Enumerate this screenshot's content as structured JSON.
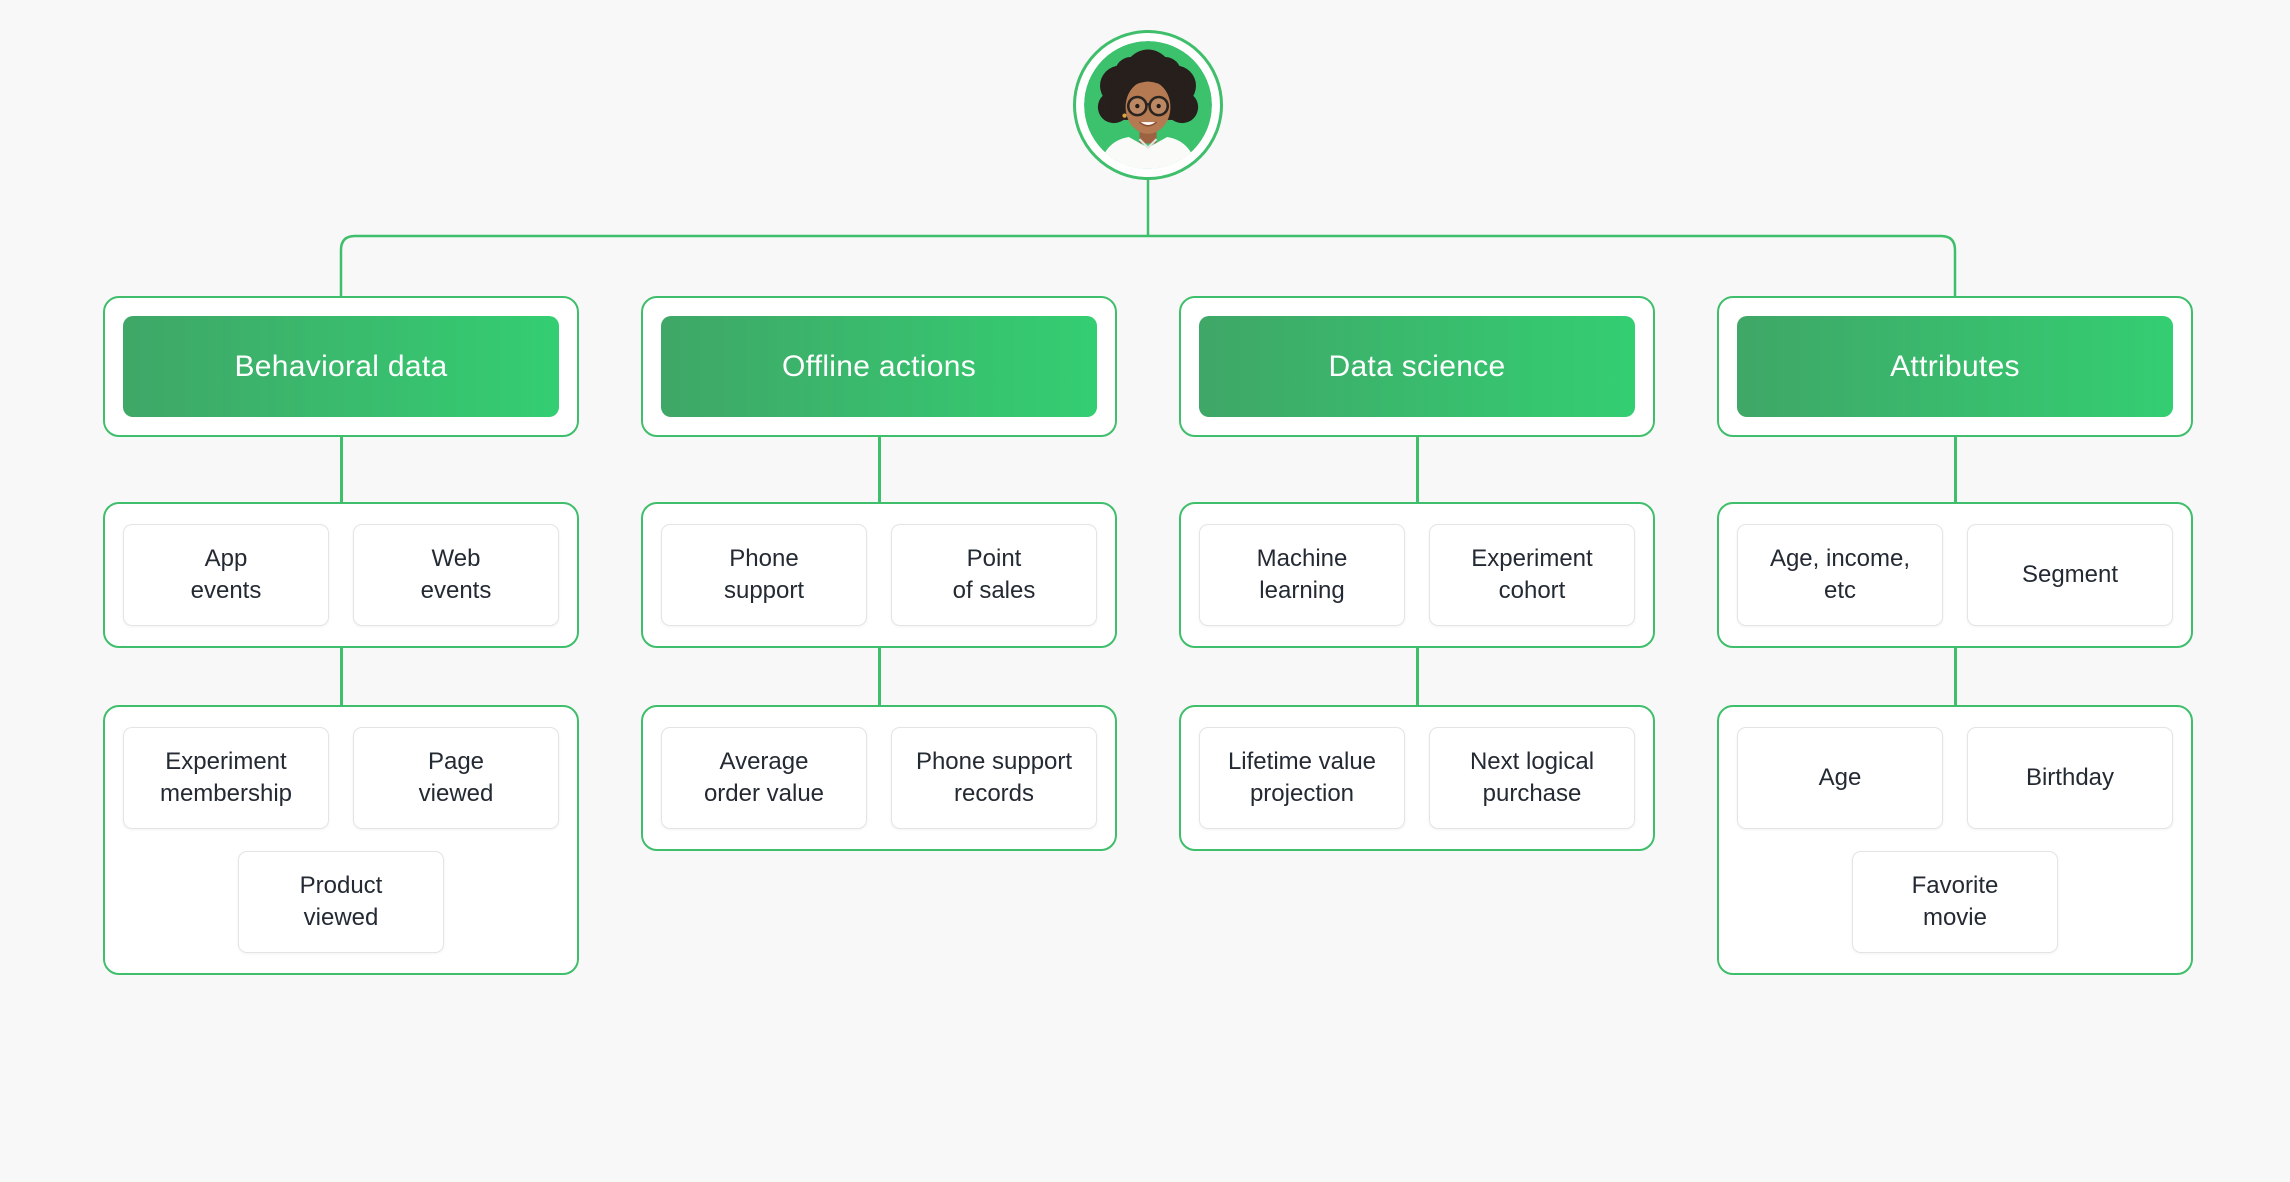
{
  "palette": {
    "background": "#F7F8F7",
    "line_green": "#3FBE6B",
    "header_gradient_start": "#3FA767",
    "header_gradient_end": "#34CE72",
    "card_border": "#E2E4E6",
    "text_dark": "#242A33",
    "header_text": "#FFFFFF",
    "avatar_background_green": "#3CC16D"
  },
  "avatar": {
    "description": "customer portrait in green circle"
  },
  "columns": [
    {
      "title": "Behavioral data",
      "groups": [
        {
          "items": [
            "App\nevents",
            "Web\nevents"
          ]
        },
        {
          "items": [
            "Experiment\nmembership",
            "Page\nviewed",
            "Product\nviewed"
          ]
        }
      ]
    },
    {
      "title": "Offline actions",
      "groups": [
        {
          "items": [
            "Phone\nsupport",
            "Point\nof sales"
          ]
        },
        {
          "items": [
            "Average\norder value",
            "Phone support\nrecords"
          ]
        }
      ]
    },
    {
      "title": "Data science",
      "groups": [
        {
          "items": [
            "Machine\nlearning",
            "Experiment\ncohort"
          ]
        },
        {
          "items": [
            "Lifetime value\nprojection",
            "Next logical\npurchase"
          ]
        }
      ]
    },
    {
      "title": "Attributes",
      "groups": [
        {
          "items": [
            "Age, income,\netc",
            "Segment"
          ]
        },
        {
          "items": [
            "Age",
            "Birthday",
            "Favorite\nmovie"
          ]
        }
      ]
    }
  ]
}
